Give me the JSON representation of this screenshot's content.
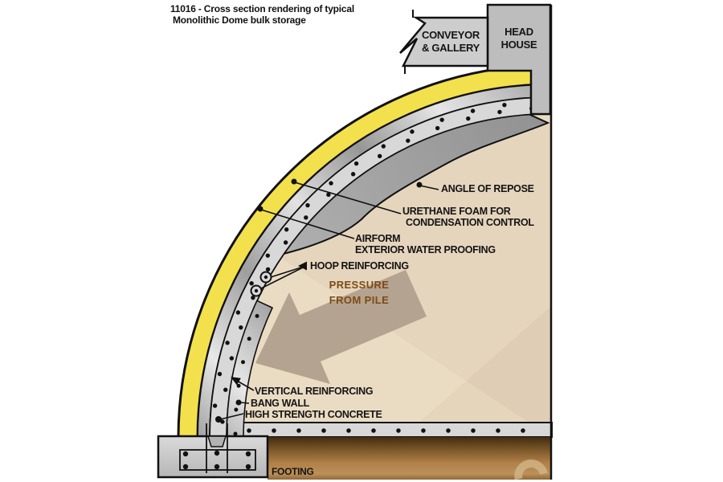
{
  "title": {
    "line1": "11016 - Cross section rendering of typical",
    "line2": "Monolithic Dome bulk storage"
  },
  "structures": {
    "conveyor_gallery": {
      "line1": "CONVEYOR",
      "line2": "& GALLERY"
    },
    "head_house": {
      "line1": "HEAD",
      "line2": "HOUSE"
    }
  },
  "callouts": {
    "angle_of_repose": "ANGLE OF REPOSE",
    "urethane_foam_line1": "URETHANE FOAM FOR",
    "urethane_foam_line2": "CONDENSATION CONTROL",
    "airform_line1": "AIRFORM",
    "airform_line2": "EXTERIOR WATER PROOFING",
    "hoop_reinforcing": "HOOP REINFORCING",
    "pressure_line1": "PRESSURE",
    "pressure_line2": "FROM PILE",
    "vertical_reinforcing": "VERTICAL REINFORCING",
    "bang_wall": "BANG WALL",
    "high_strength_concrete": "HIGH STRENGTH CONCRETE",
    "footing": "FOOTING"
  },
  "colors": {
    "foam-yellow": "#f3e04d",
    "concrete-light": "#d8d8d8",
    "pile-beige": "#eadcc3",
    "headspace-gray": "#9e9e9e",
    "pressure-arrow": "#b5a391",
    "pressure-text": "#7d4a12",
    "ground-brown": "#a87c42",
    "box-gray": "#bdbdbd",
    "line-black": "#111111"
  }
}
